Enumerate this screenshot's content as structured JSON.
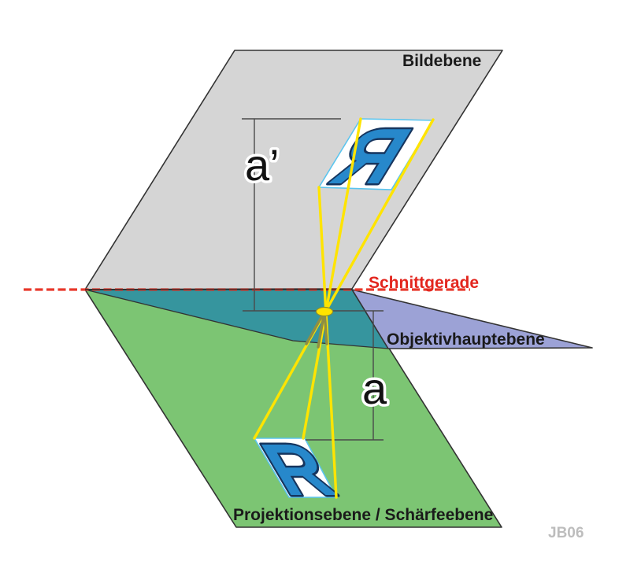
{
  "planes": {
    "image_plane_label": "Bildebene",
    "lens_plane_label": "Objektivhauptebene",
    "focus_plane_label": "Projektionsebene / Schärfeebene",
    "cut_line_label": "Schnittgerade"
  },
  "dimensions": {
    "image_distance": "a’",
    "object_distance": "a"
  },
  "letters": {
    "image_letter": "R",
    "object_letter": "R"
  },
  "signature": "JB06",
  "colors": {
    "image_plane": "#D5D5D5",
    "focus_plane": "#7CC573",
    "lens_plane": "#9CA2D6",
    "overlap_region": "#36959E",
    "ray_yellow": "#FFE400",
    "ray_shaded": "#8E8E44",
    "cut_line_red": "#E8382B",
    "letter_blue": "#2788CB",
    "letter_outline": "#16355E",
    "letter_frame": "#5BC5EF",
    "plane_outline": "#333333",
    "dimension_gray": "#4A4A4A",
    "signature_gray": "#BDBDBD",
    "lens_point_yellow": "#FFE400"
  }
}
